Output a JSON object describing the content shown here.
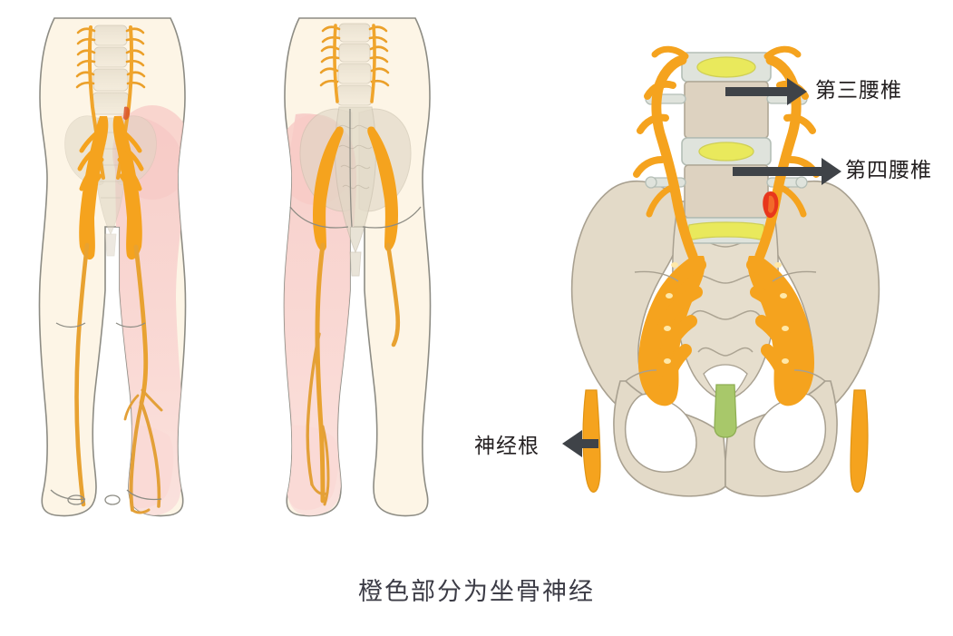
{
  "figure": {
    "title_caption": "橙色部分为坐骨神经",
    "panels": [
      {
        "id": "front-view",
        "name": "anterior-body-view",
        "description": "正面人体下肢图"
      },
      {
        "id": "back-view",
        "name": "posterior-body-view",
        "description": "背面人体下肢图"
      },
      {
        "id": "pelvis-view",
        "name": "lumbar-pelvis-detail",
        "description": "腰椎与骨盆神经根细节图"
      }
    ]
  },
  "labels": {
    "l3_vertebra": "第三腰椎",
    "l4_vertebra": "第四腰椎",
    "nerve_root": "神经根"
  },
  "icons": {
    "arrow_right_l3": "arrow-right-icon",
    "arrow_right_l4": "arrow-right-icon",
    "arrow_left_nerve_root": "arrow-left-icon"
  },
  "colors": {
    "nerve_orange": "#f5a31e",
    "nerve_orange_dark": "#e08a14",
    "nerve_line": "#e0a23a",
    "pain_pink": "#f8d2cf",
    "skin_cream": "#fdf4e4",
    "skin_outline": "#8a8a82",
    "bone_tan": "#e3dac8",
    "bone_outline": "#a09887",
    "vertebra_body": "#ddd2c0",
    "disc_yellow": "#e9e95c",
    "disc_rim": "#b9c4c0",
    "coccyx_green": "#a8c86a",
    "compression_red": "#e8361c",
    "arrow_dark": "#3f4348",
    "text_dark": "#231f20",
    "caption_text": "#3c3c46",
    "background": "#ffffff"
  },
  "annotations": {
    "compression_point": "受压迫的神经根处（红色）",
    "pain_side_front": "right",
    "pain_side_back": "left"
  }
}
